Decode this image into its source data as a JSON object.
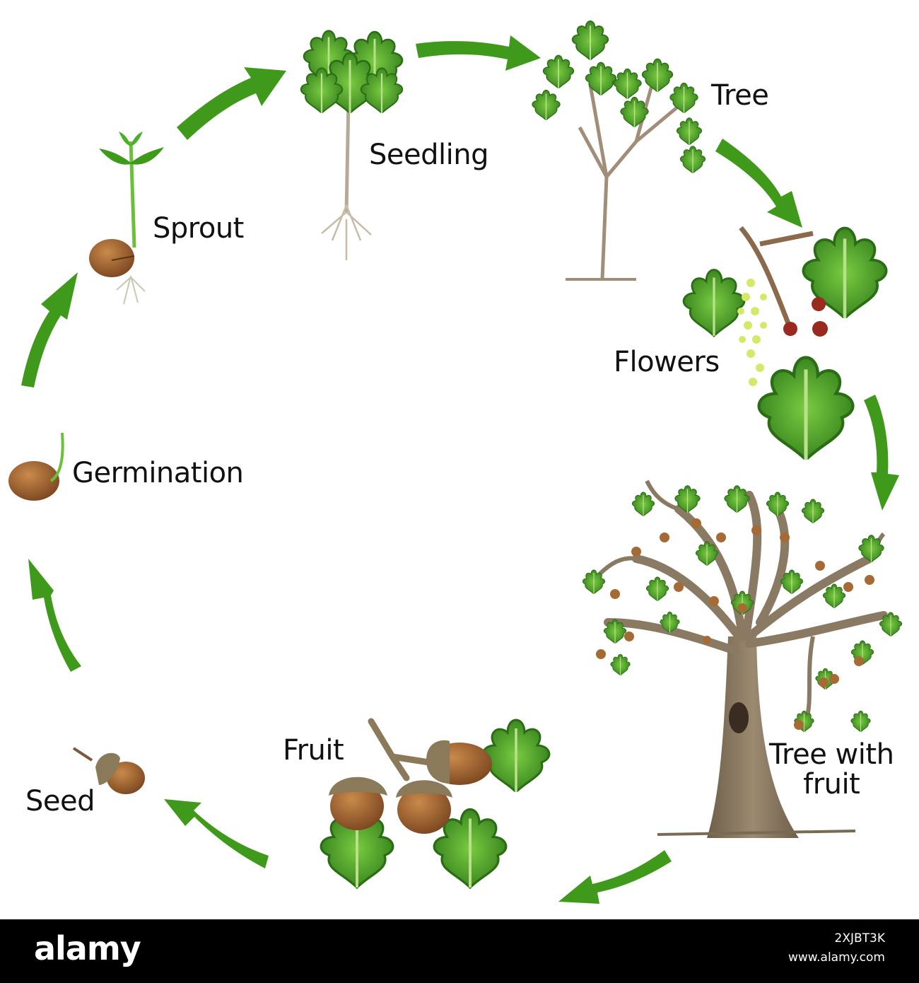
{
  "colors": {
    "arrow": "#3f9a1c",
    "leaf_dark": "#2f7a1a",
    "leaf_light": "#6cc03a",
    "acorn": "#9a5f2c",
    "acorn_cap": "#8a7a5a",
    "trunk": "#8b7a63",
    "footer_bg": "#000000"
  },
  "stages": {
    "seedling": "Seedling",
    "tree": "Tree",
    "sprout": "Sprout",
    "flowers": "Flowers",
    "germination": "Germination",
    "tree_with_fruit_1": "Tree with",
    "tree_with_fruit_2": "fruit",
    "fruit": "Fruit",
    "seed": "Seed"
  },
  "footer": {
    "logo": "alamy",
    "image_id": "2XJBT3K",
    "site": "www.alamy.com"
  }
}
